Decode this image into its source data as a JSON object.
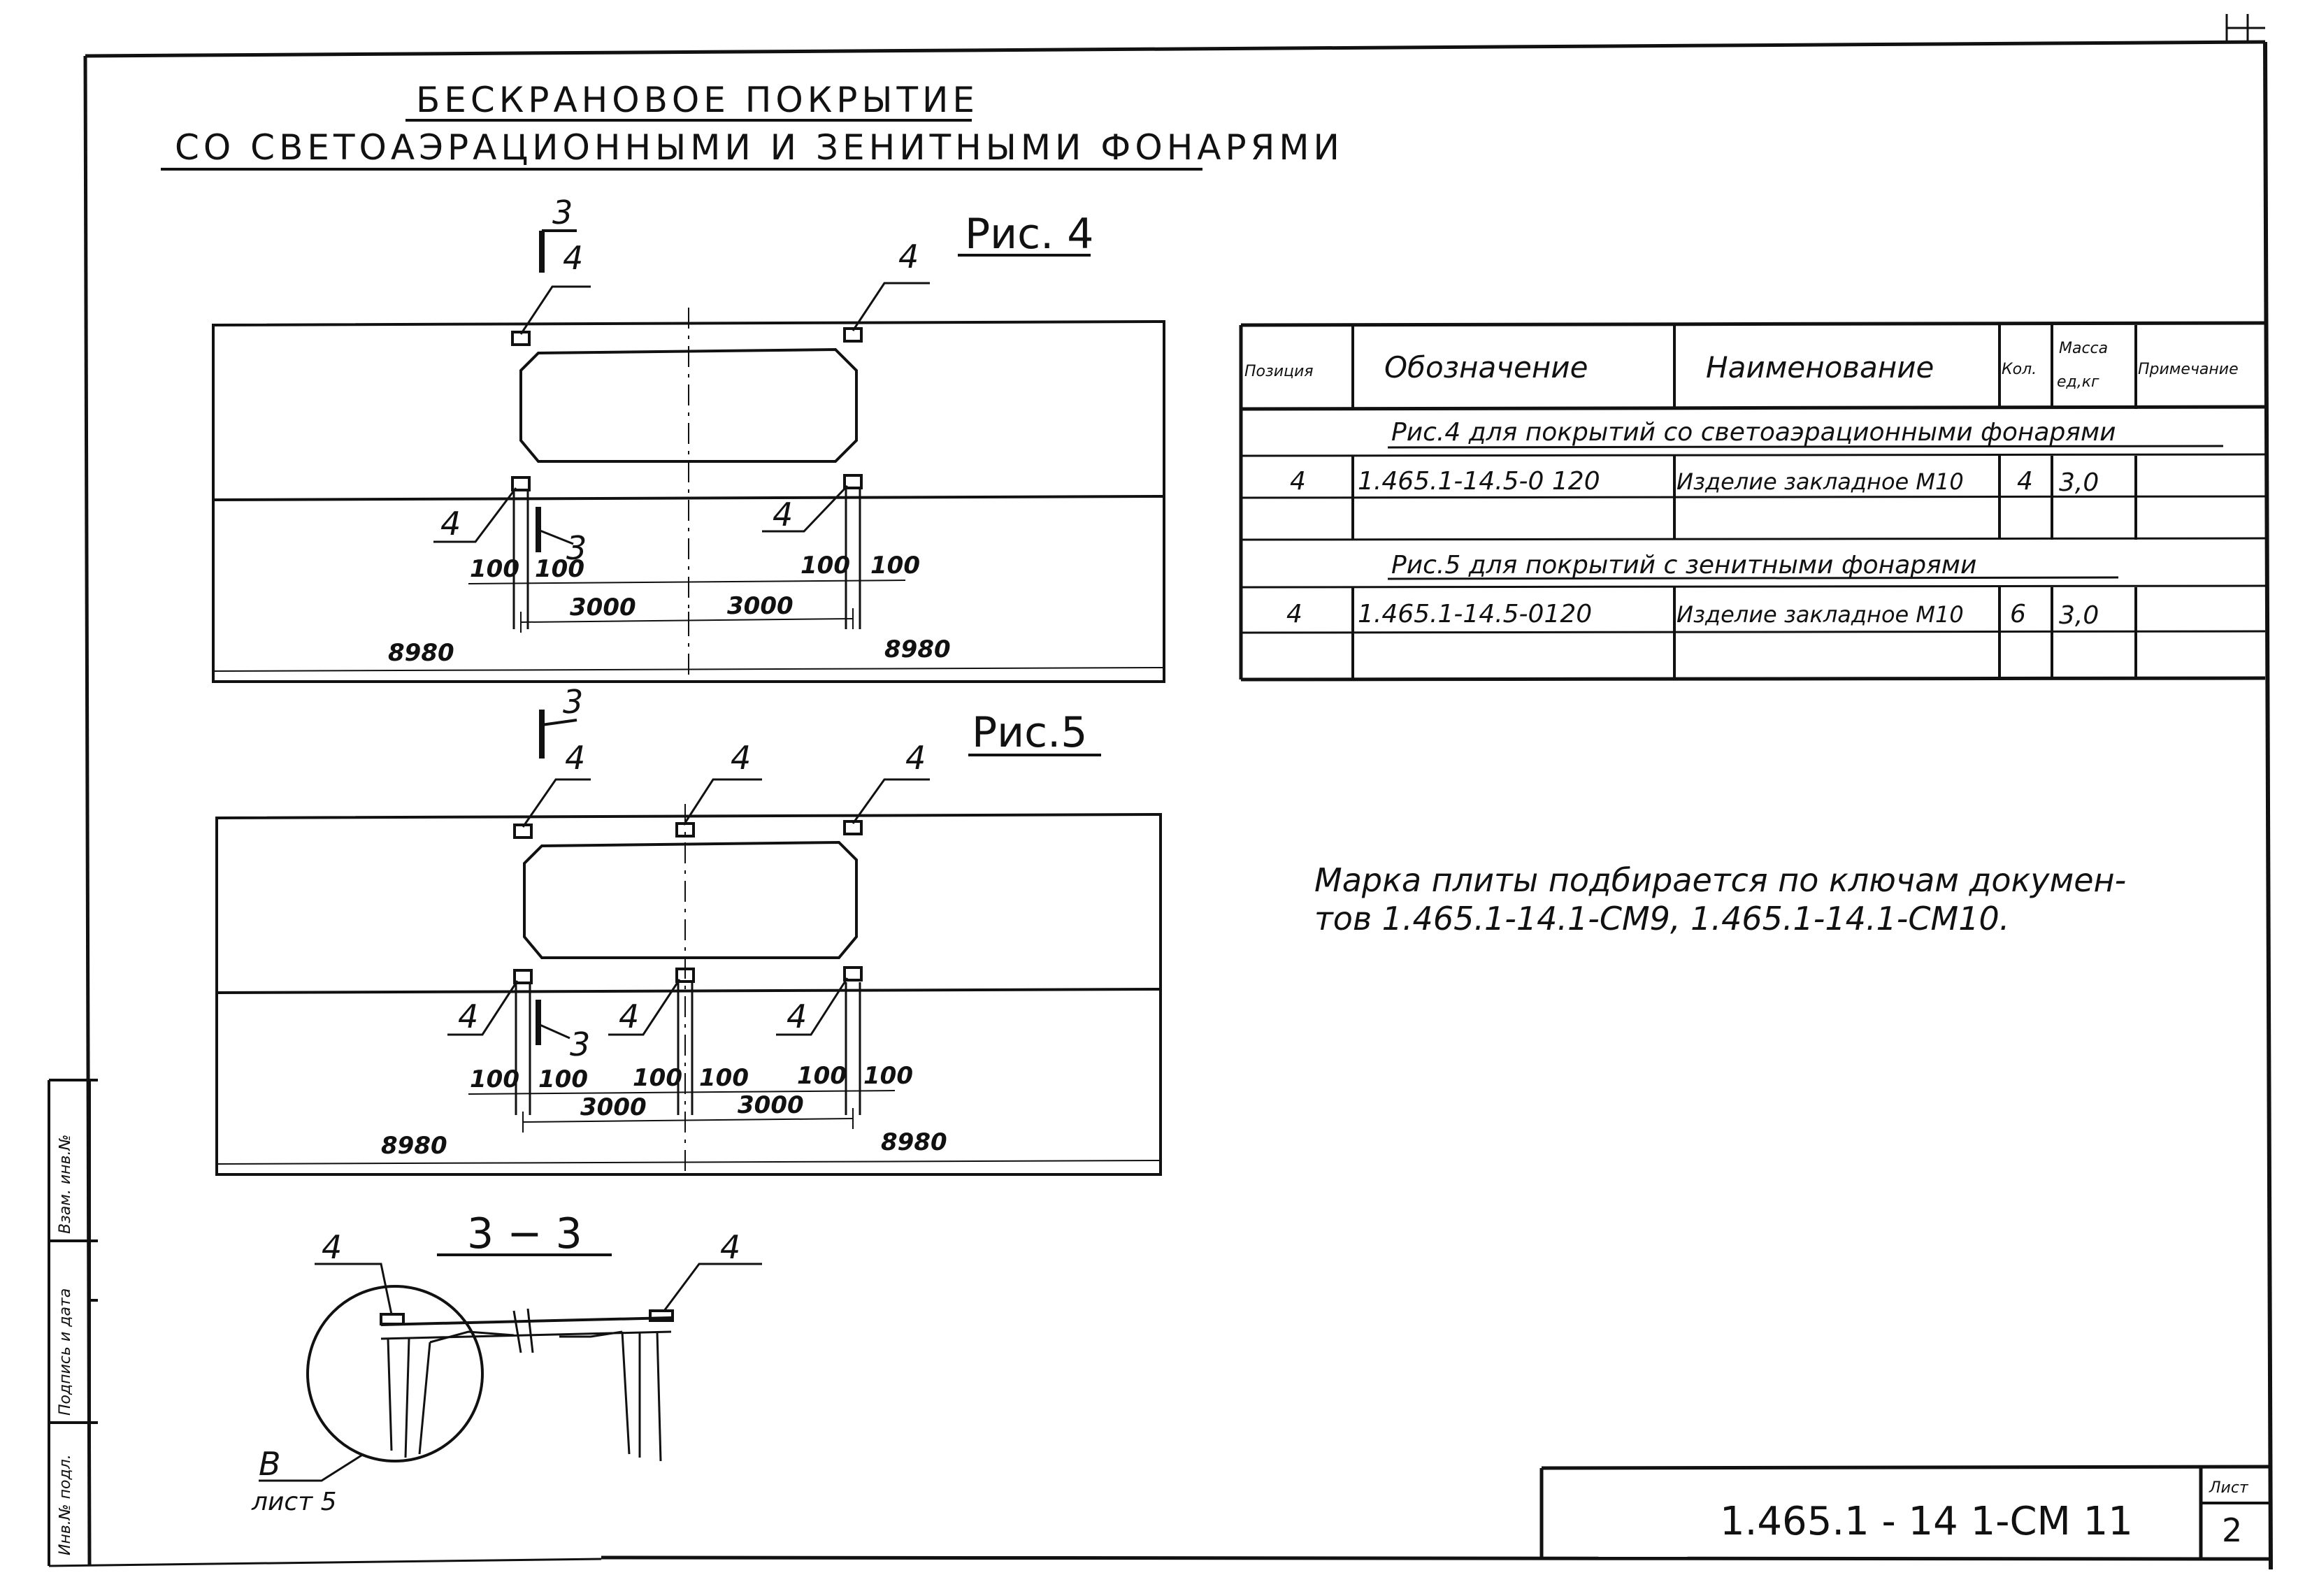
{
  "title": {
    "line1": "БЕСКРАНОВОЕ ПОКРЫТИЕ",
    "line2": "СО СВЕТОАЭРАЦИОННЫМИ И ЗЕНИТНЫМИ ФОНАРЯМИ"
  },
  "fig4": {
    "label": "Рис. 4",
    "section_num": "3",
    "position_label": "4",
    "dim_100": "100",
    "dim_3000": "3000",
    "dim_8980": "8980"
  },
  "fig5": {
    "label": "Рис.5",
    "section_num": "3",
    "position_label": "4",
    "dim_100": "100",
    "dim_3000": "3000",
    "dim_8980": "8980"
  },
  "section": {
    "label": "3 − 3",
    "position_label": "4",
    "callout_letter": "В",
    "callout_sheet": "лист 5"
  },
  "table": {
    "headers": {
      "position": "Позиция",
      "designation": "Обозначение",
      "name": "Наименование",
      "qty": "Кол.",
      "mass_line1": "Масса",
      "mass_line2": "ед,кг",
      "note": "Примечание"
    },
    "group1_title": "Рис.4 для покрытий со светоаэрационными фонарями",
    "group1_rows": [
      {
        "position": "4",
        "designation": "1.465.1-14.5-0 120",
        "name": "Изделие закладное М10",
        "qty": "4",
        "mass": "3,0",
        "note": ""
      }
    ],
    "group2_title": "Рис.5 для покрытий с зенитными фонарями",
    "group2_rows": [
      {
        "position": "4",
        "designation": "1.465.1-14.5-0120",
        "name": "Изделие закладное М10",
        "qty": "6",
        "mass": "3,0",
        "note": ""
      }
    ]
  },
  "note": {
    "line1": "Марка плиты подбирается по ключам докумен-",
    "line2": "тов 1.465.1-14.1-СМ9, 1.465.1-14.1-СМ10."
  },
  "stamp": {
    "code": "1.465.1 - 14 1-СМ 11",
    "sheet_label": "Лист",
    "sheet_number": "2"
  },
  "side_stamp": {
    "inv_no": "Инв.№ подл.",
    "sign_date": "Подпись и дата",
    "inv_replace": "Взам. инв.№"
  }
}
